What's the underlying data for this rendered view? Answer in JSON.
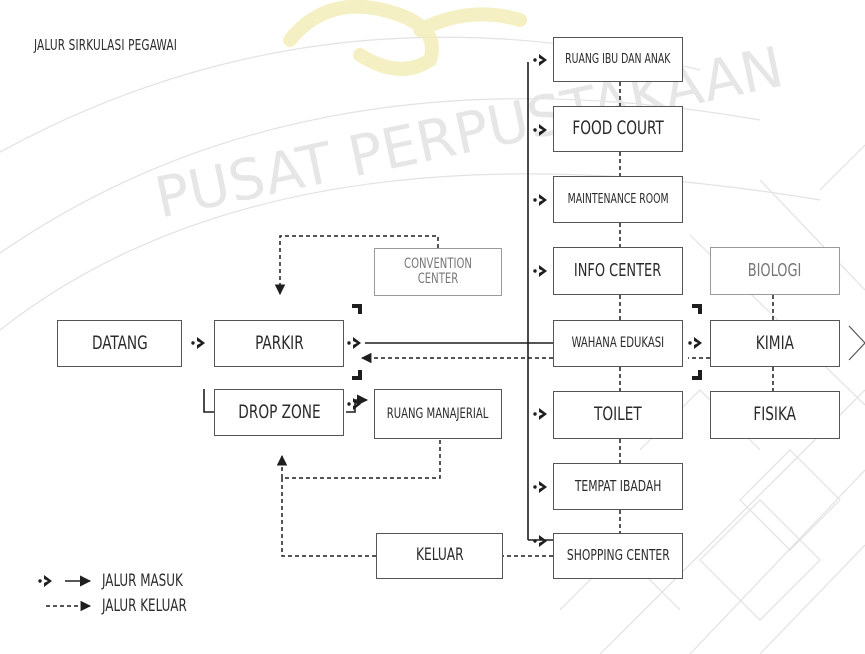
{
  "title": "JALUR SIRKULASI PEGAWAI",
  "watermark": "PUSAT PERPUSTAKAAN",
  "nodes": {
    "datang": "DATANG",
    "parkir": "PARKIR",
    "drop_zone": "DROP ZONE",
    "convention_center": "CONVENTION CENTER",
    "ruang_manajerial": "RUANG MANAJERIAL",
    "keluar": "KELUAR",
    "ruang_ibu_dan_anak": "RUANG IBU DAN ANAK",
    "food_court": "FOOD COURT",
    "maintenance_room": "MAINTENANCE ROOM",
    "info_center": "INFO CENTER",
    "wahana_edukasi": "WAHANA EDUKASI",
    "toilet": "TOILET",
    "tempat_ibadah": "TEMPAT IBADAH",
    "shopping_center": "SHOPPING CENTER",
    "biologi": "BIOLOGI",
    "kimia": "KIMIA",
    "fisika": "FISIKA"
  },
  "legend": {
    "masuk": "JALUR MASUK",
    "keluar": "JALUR KELUAR"
  },
  "colors": {
    "line": "#1e1e1e",
    "box_border": "#555555",
    "watermark": "#e4e4e4",
    "watermark_accent": "#f3ecb4"
  }
}
